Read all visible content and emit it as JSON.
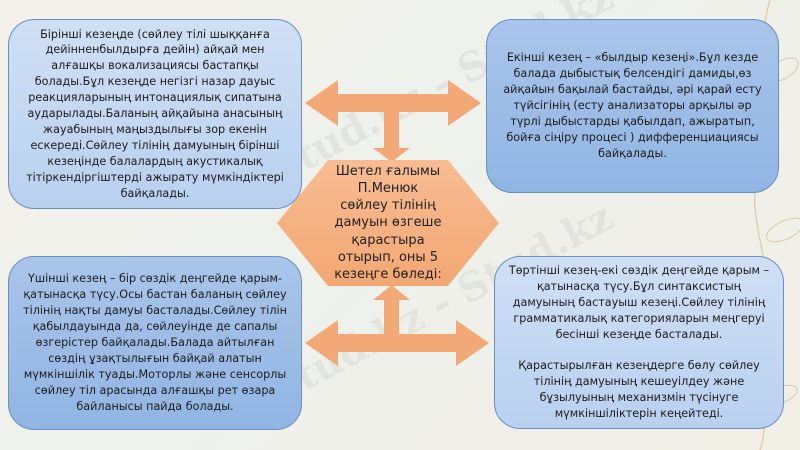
{
  "boxes": {
    "top_left": "Бірінші кезеңде (сөйлеу тілі шыққанға дейінненбылдырға дейін) айқай мен алғашқы вокализациясы бастапқы болады.Бұл кезеңде негізгі назар дауыс реакцияларының интонациялық сипатына аударылады.Баланың айқайына анасының жауабының маңыздылығы зор екенін ескереді.Сөйлеу тілінің дамуының бірінші кезеңінде балалардың акустикалық тітіркендіргіштерді ажырату мүмкіндіктері байқалады.",
    "top_right": "Екінші кезең – «былдыр кезеңі».Бұл кезде балада дыбыстық белсендігі дамиды,өз айқайын бақылай бастайды, әрі қарай есту түйсігінің (есту анализаторы арқылы әр түрлі дыбыстарды қабылдап, ажыратып, бойға сіңіру процесі ) дифференциациясы байқалады.",
    "bottom_left": "Үшінші кезең – бір сөздік деңгейде қарым-қатынасқа түсу.Осы бастан баланың сөйлеу тілінің нақты дамуы басталады.Сөйлеу тілін қабылдауында да, сөйлеуінде де сапалы өзгерістер байқалады.Балада айтылған сөздің ұзақтылығын байқай алатын мүмкіншілік туады.Моторлы және сенсорлы сөйлеу тіл арасында алғашқы рет өзара байланысы пайда болады.",
    "bottom_right": "Төртінші кезең-екі сөздік деңгейде қарым –қатынасқа түсу.Бұл синтаксистың дамуының бастауыш кезеңі.Сөйлеу тілінің грамматикалық категорияларын меңгеруі бесінші кезеңде басталады.\n\nҚарастырылған кезеңдерге бөлу сөйлеу тілінің дамуының кешеуілдеу және бұзылуының механизмін түсінуге мүмкіншіліктерін кеңейтеді."
  },
  "center": {
    "text": "Шетел ғалымы П.Менюк сөйлеу тілінің дамуын өзгеше қарастыра отырып, оны 5 кезеңге бөледі:"
  },
  "colors": {
    "box_light": "#cfe0f5",
    "box_dark": "#91b5e3",
    "box_border": "#6a8fc0",
    "hexagon": "#f2a772",
    "arrows": "#f3a878"
  },
  "watermark": "Stud.kz - Stud.kz"
}
